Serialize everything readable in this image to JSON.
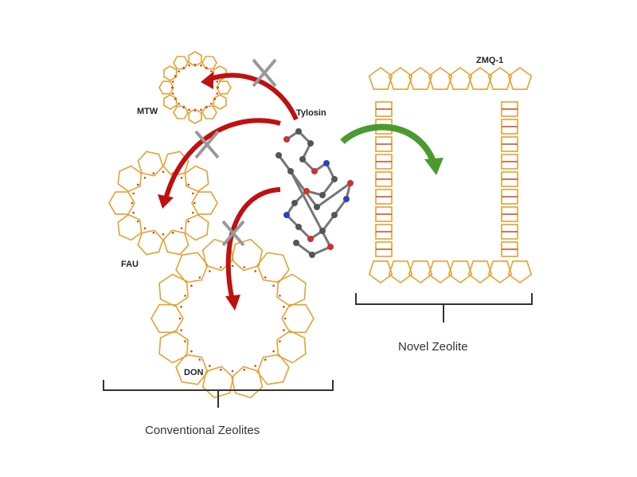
{
  "labels": {
    "mtw": "MTW",
    "tylosin": "Tylosin",
    "zmq1": "ZMQ-1",
    "fau": "FAU",
    "don": "DON"
  },
  "captions": {
    "novel": "Novel Zeolite",
    "conventional": "Conventional Zeolites"
  },
  "colors": {
    "framework": "#e8a030",
    "framework_node": "#c84a1a",
    "blocked_arrow": "#c01010",
    "pass_arrow": "#4a9a30",
    "cross": "#999999"
  }
}
